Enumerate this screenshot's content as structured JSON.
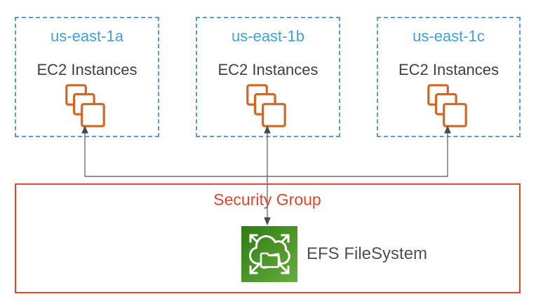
{
  "diagram": {
    "zones": [
      {
        "label": "us-east-1a",
        "instances_label": "EC2 Instances",
        "icon": "ec2-instances-icon"
      },
      {
        "label": "us-east-1b",
        "instances_label": "EC2 Instances",
        "icon": "ec2-instances-icon"
      },
      {
        "label": "us-east-1c",
        "instances_label": "EC2 Instances",
        "icon": "ec2-instances-icon"
      }
    ],
    "security_group": {
      "label": "Security Group"
    },
    "efs": {
      "label": "EFS FileSystem",
      "icon": "efs-filesystem-icon"
    },
    "connections": [
      {
        "from": "efs-filesystem",
        "to": "ec2-instances-us-east-1a",
        "arrowheads": [
          "up"
        ]
      },
      {
        "from": "efs-filesystem",
        "to": "ec2-instances-us-east-1b",
        "arrowheads": [
          "up",
          "down"
        ]
      },
      {
        "from": "efs-filesystem",
        "to": "ec2-instances-us-east-1c",
        "arrowheads": [
          "up"
        ]
      }
    ],
    "colors": {
      "background": "#FFFFFF",
      "zone_border_blue": "#5B9BD5",
      "zone_label_blue": "#42A0DA",
      "body_text_gray": "#3F3F3F",
      "ec2_icon_orange": "#D3671F",
      "security_group_red": "#E8432B",
      "efs_label_gray": "#4A5056",
      "efs_green_dark": "#2E7C14",
      "efs_green_light": "#67AC3D",
      "connector_line_gray": "#6E6E6E",
      "connector_arrow_dark": "#4A4A4A"
    }
  }
}
